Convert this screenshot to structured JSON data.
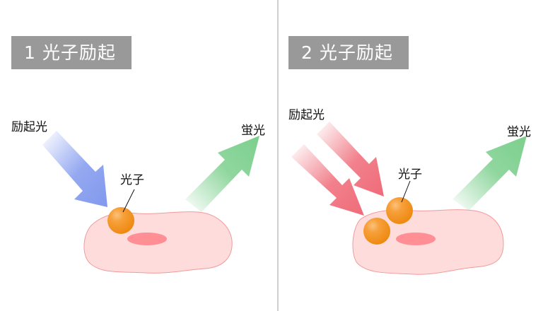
{
  "panels": [
    {
      "title": "1 光子励起",
      "excitation_label": "励起光",
      "photon_label": "光子",
      "fluorescence_label": "蛍光",
      "excitation_arrow_color": "#8199ee",
      "photon_count": 1
    },
    {
      "title": "2 光子励起",
      "excitation_label": "励起光",
      "photon_label": "光子",
      "fluorescence_label": "蛍光",
      "excitation_arrow_color": "#ef6b78",
      "photon_count": 2
    }
  ],
  "colors": {
    "title_bg": "#999999",
    "fluorescence_arrow": "#7ccf8d",
    "cell_fill": "#ffdcdc",
    "cell_stroke": "#f29a9a",
    "nucleus": "#ff8f94",
    "photon": "#f5921e",
    "divider": "#cfcfcf"
  }
}
